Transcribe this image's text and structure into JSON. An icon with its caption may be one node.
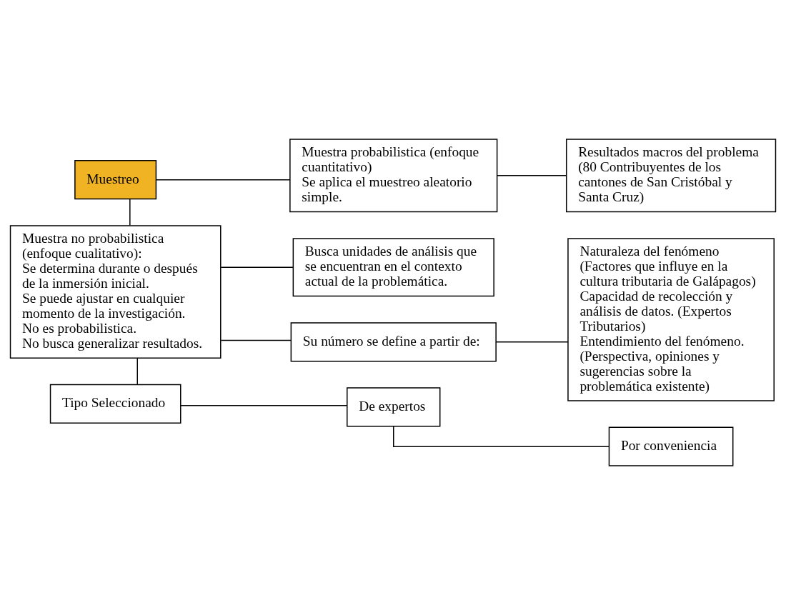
{
  "diagram": {
    "nodes": [
      {
        "text": [
          "Muestreo"
        ]
      },
      {
        "text": [
          "Muestra probabilistica (enfoque cuantitativo)",
          "Se aplica el muestreo aleatorio simple."
        ]
      },
      {
        "text": [
          "Resultados macros del problema",
          "(80 Contribuyentes de los cantones de San Cristóbal y Santa Cruz)"
        ]
      },
      {
        "text": [
          "Muestra no probabilistica (enfoque cualitativo):",
          "Se determina durante o después de la inmersión inicial.",
          "Se puede ajustar en cualquier momento de la investigación.",
          "No es probabilistica.",
          "No busca generalizar resultados."
        ]
      },
      {
        "text": [
          "Busca unidades de análisis que se encuentran en el contexto actual de la problemática."
        ]
      },
      {
        "text": [
          "Su número se define a partir de:"
        ]
      },
      {
        "text": [
          "Naturaleza del fenómeno (Factores que influye en la cultura tributaria de Galápagos)",
          "Capacidad de recolección y análisis de datos. (Expertos Tributarios)",
          "Entendimiento del fenómeno. (Perspectiva, opiniones y sugerencias sobre la problemática existente)"
        ]
      },
      {
        "text": [
          "Tipo Seleccionado"
        ]
      },
      {
        "text": [
          "De expertos"
        ]
      },
      {
        "text": [
          "Por conveniencia"
        ]
      }
    ],
    "edges": [
      {
        "from": 0,
        "to": 1,
        "arrow": "none"
      },
      {
        "from": 1,
        "to": 2,
        "arrow": "none"
      },
      {
        "from": 0,
        "to": 3,
        "arrow": "none"
      },
      {
        "from": 3,
        "to": 4,
        "arrow": "none"
      },
      {
        "from": 3,
        "to": 5,
        "arrow": "none"
      },
      {
        "from": 5,
        "to": 6,
        "arrow": "none"
      },
      {
        "from": 3,
        "to": 7,
        "arrow": "none"
      },
      {
        "from": 7,
        "to": 8,
        "arrow": "none"
      },
      {
        "from": 8,
        "to": 9,
        "arrow": "none"
      }
    ]
  }
}
